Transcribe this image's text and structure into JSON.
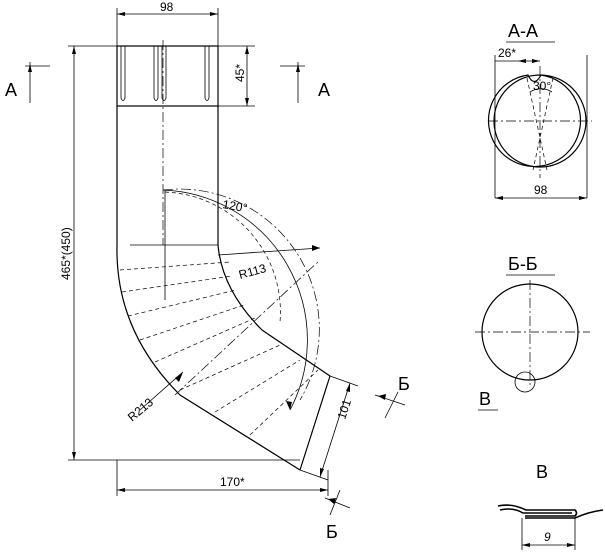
{
  "labels": {
    "dim_width_top": "98",
    "dim_crimp": "45*",
    "dim_height": "465*(450)",
    "dim_bottom": "170*",
    "dim_end_height": "101",
    "angle": "120°",
    "r_inner": "R113",
    "r_outer": "R213",
    "section_a_left": "А",
    "section_a_right": "А",
    "section_b_upper": "Б",
    "section_b_lower": "Б",
    "detail_v_callout": "В"
  },
  "section_aa": {
    "title": "А-А",
    "dim_groove": "26*",
    "angle": "30°",
    "diameter": "98"
  },
  "section_bb": {
    "title": "Б-Б"
  },
  "detail_v": {
    "title": "В",
    "dim": "9"
  }
}
